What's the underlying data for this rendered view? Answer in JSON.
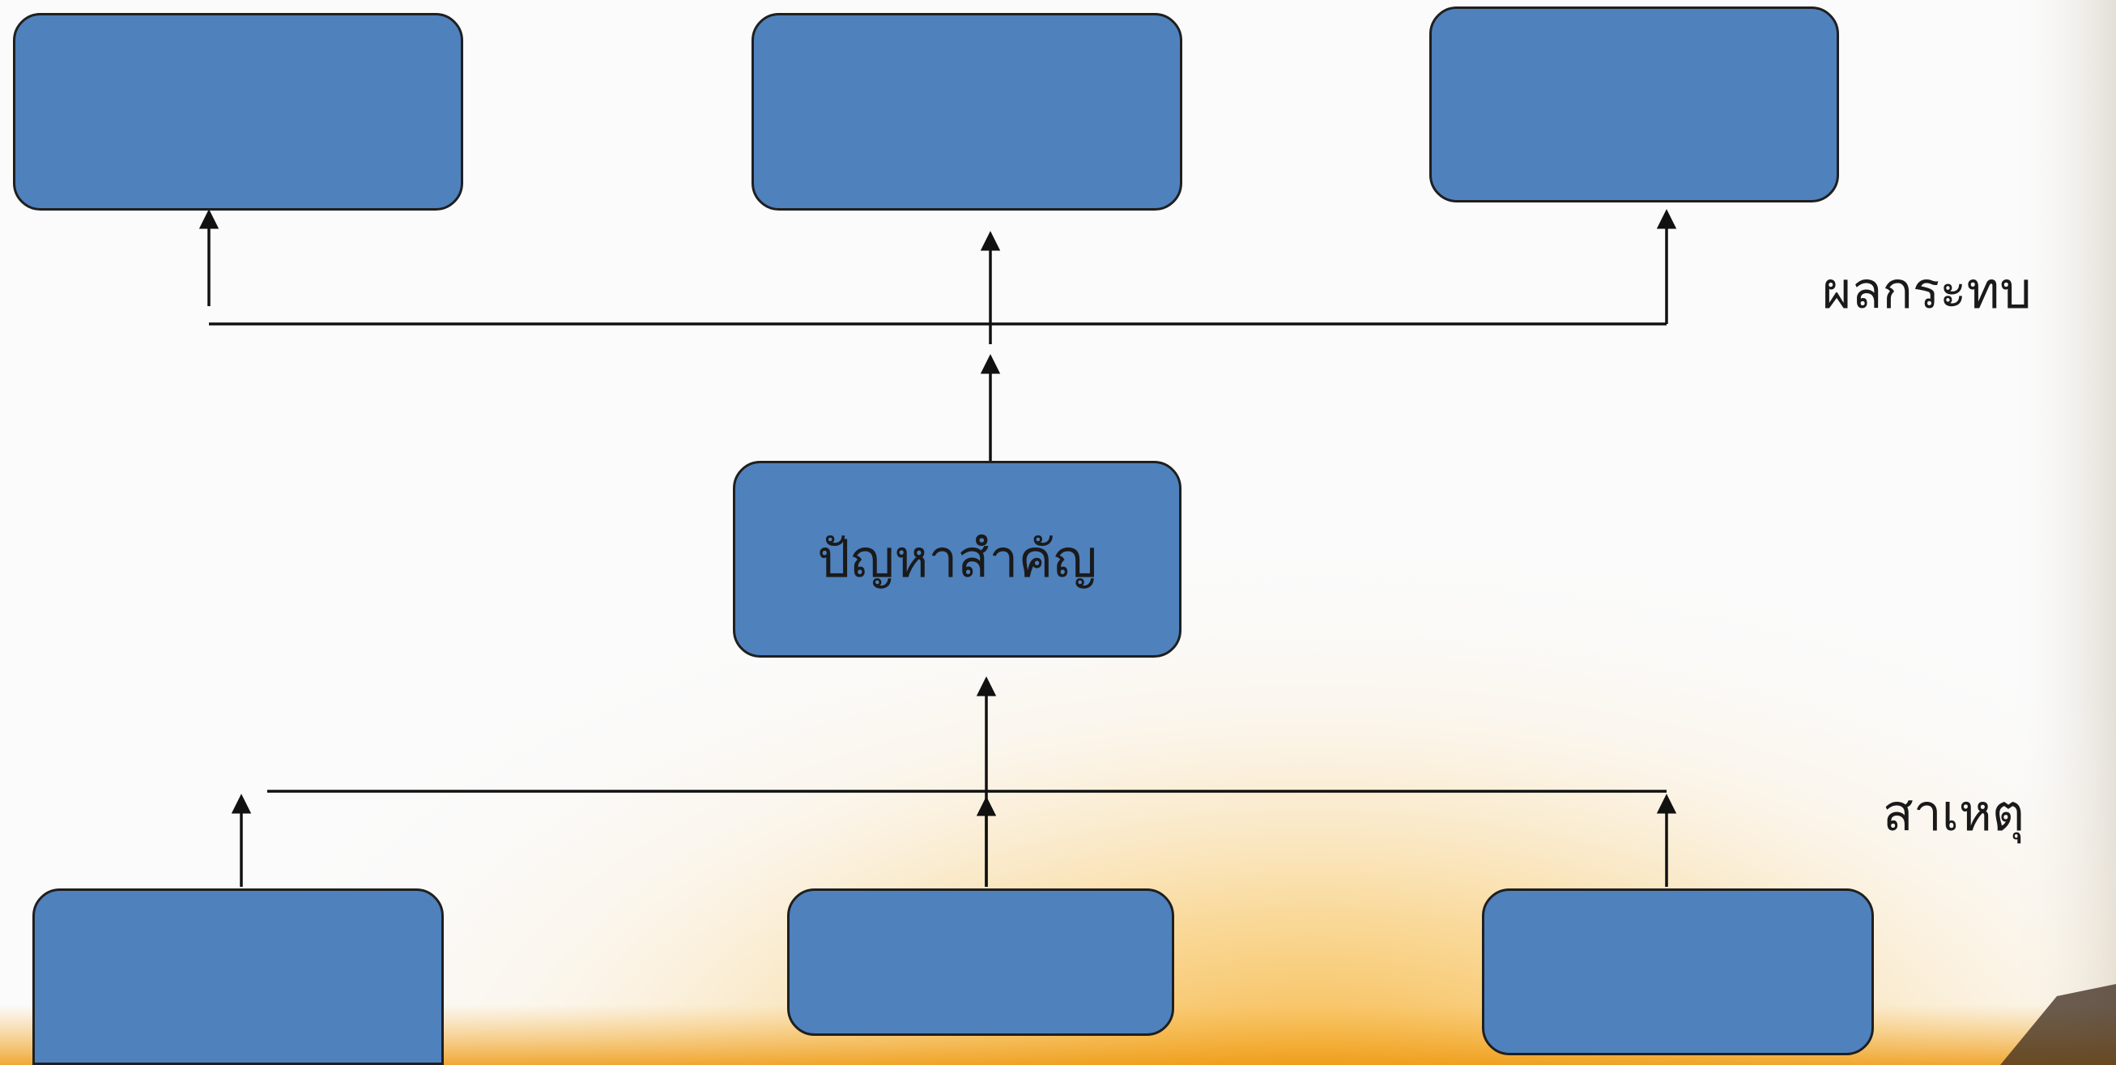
{
  "colors": {
    "box_fill": "#4f81bd",
    "box_stroke": "#1f1f1f",
    "connector": "#111111",
    "background": "#fbfbfb"
  },
  "labels": {
    "effects": "ผลกระทบ",
    "causes": "สาเหตุ"
  },
  "nodes": {
    "effect_1": "",
    "effect_2": "",
    "effect_3": "",
    "core_problem": "ปัญหาสำคัญ",
    "cause_1": "",
    "cause_2": "",
    "cause_3": ""
  },
  "edges": [
    {
      "from": "core_problem",
      "to": "effect_1"
    },
    {
      "from": "core_problem",
      "to": "effect_2"
    },
    {
      "from": "core_problem",
      "to": "effect_3"
    },
    {
      "from": "cause_1",
      "to": "core_problem"
    },
    {
      "from": "cause_2",
      "to": "core_problem"
    },
    {
      "from": "cause_3",
      "to": "core_problem"
    }
  ]
}
